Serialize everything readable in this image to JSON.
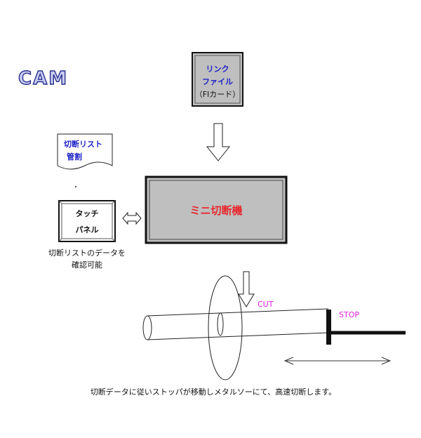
{
  "title": "CAM",
  "link_file": {
    "line1": "リンク",
    "line2": "ファイル",
    "line3": "（FIカード）"
  },
  "cut_list_doc": {
    "line1": "切断リスト",
    "line2": "管割"
  },
  "machine": {
    "label": "ミニ切断機"
  },
  "touch_panel": {
    "line1": "タッチ",
    "line2": "パネル"
  },
  "touch_panel_note": {
    "line1": "切断リストのデータを",
    "line2": "確認可能"
  },
  "cut_label": "CUT",
  "stop_label": "STOP",
  "caption": "切断データに従いストッパが移動しメタルソーにて、高速切断します。",
  "colors": {
    "box_fill": "#bfbfbf",
    "title_fill": "#c9cdf0",
    "title_stroke": "#2a2f8f",
    "machine_text": "#e8282e",
    "stop_cut_text": "#e020e0",
    "link_text": "#1f22c8"
  }
}
